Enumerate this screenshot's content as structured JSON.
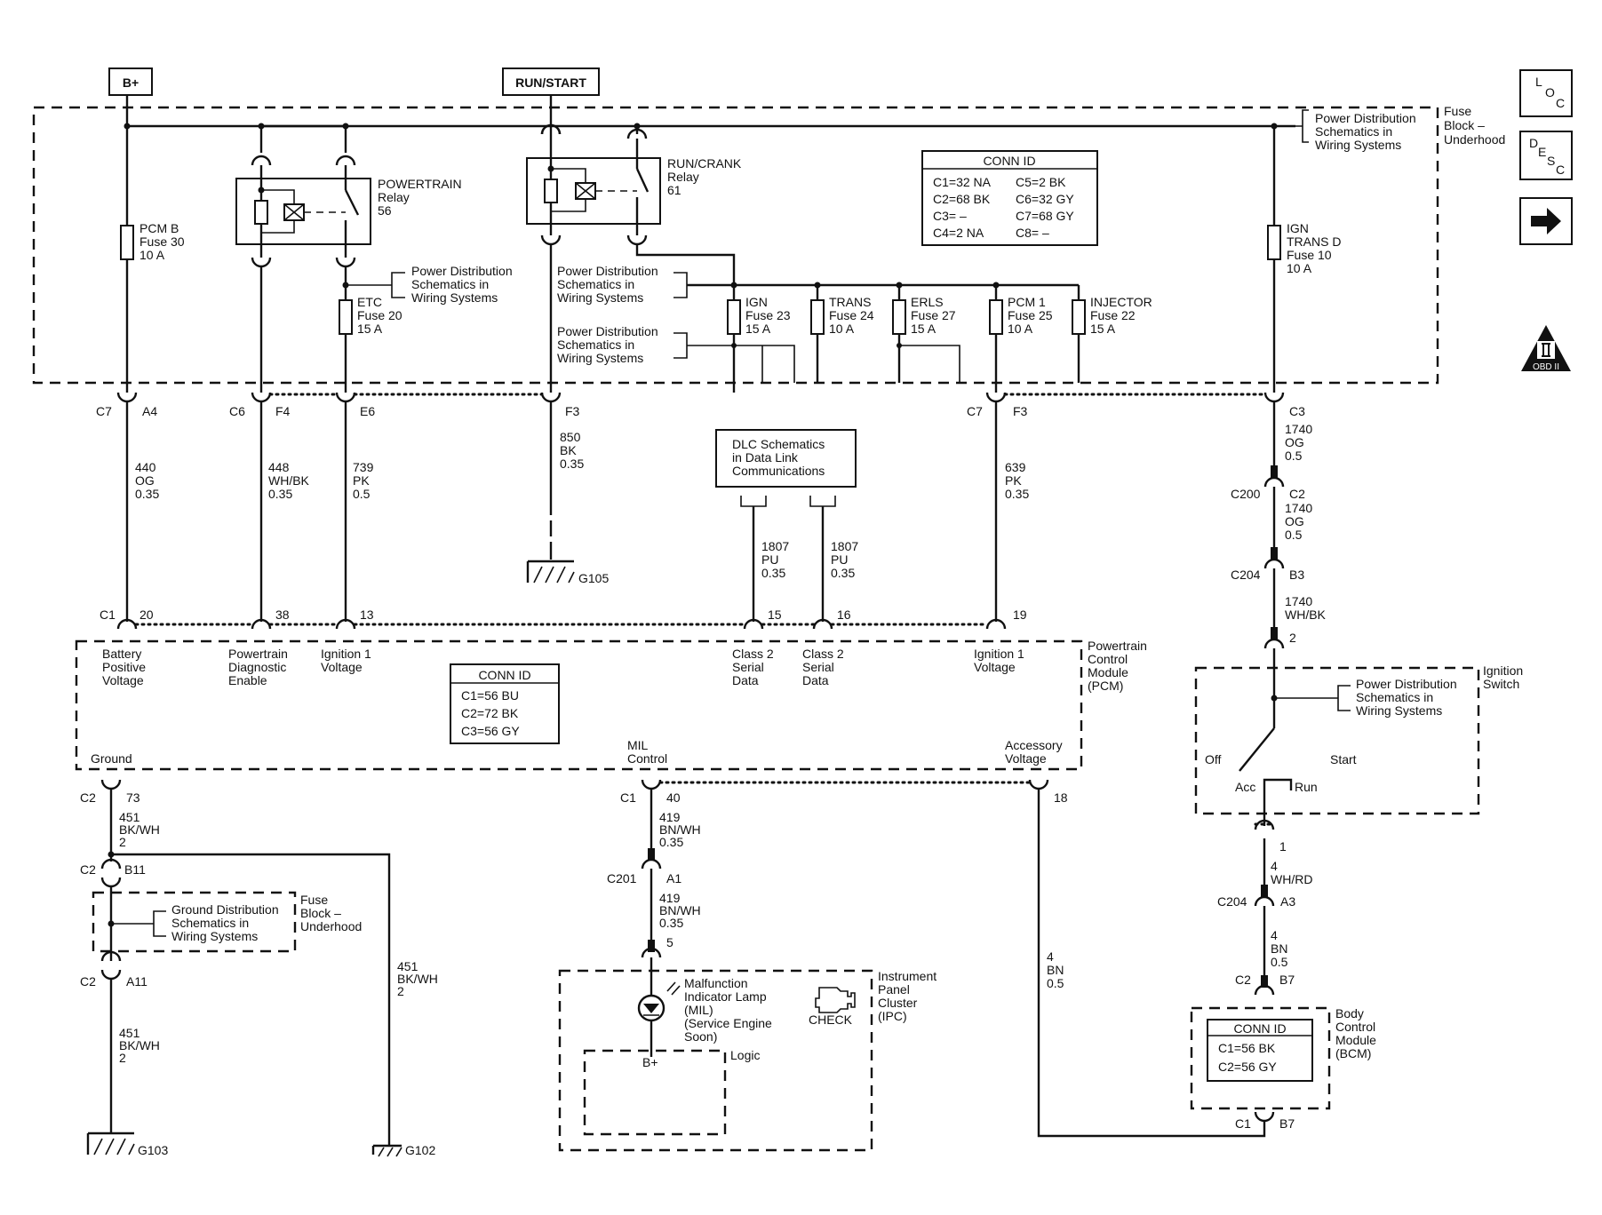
{
  "power": {
    "bplus": "B+",
    "run_start": "RUN/START"
  },
  "nav": {
    "loc": [
      "L",
      "O",
      "C"
    ],
    "desc": [
      "D",
      "E",
      "S",
      "C"
    ],
    "next": "next-arrow-icon"
  },
  "obd": "OBD II",
  "fuse_block": {
    "label": [
      "Fuse",
      "Block –",
      "Underhood"
    ],
    "pds_right": [
      "Power Distribution",
      "Schematics in",
      "Wiring Systems"
    ],
    "pds_left_a": [
      "Power Distribution",
      "Schematics in",
      "Wiring Systems"
    ],
    "pds_mid_a": [
      "Power Distribution",
      "Schematics in",
      "Wiring Systems"
    ],
    "pds_mid_b": [
      "Power Distribution",
      "Schematics in",
      "Wiring Systems"
    ],
    "conn_id": {
      "title": "CONN ID",
      "rows": [
        [
          "C1=32 NA",
          "C5=2 BK"
        ],
        [
          "C2=68 BK",
          "C6=32 GY"
        ],
        [
          "C3= –",
          "C7=68 GY"
        ],
        [
          "C4=2 NA",
          "C8= –"
        ]
      ]
    }
  },
  "relays": [
    {
      "name": "POWERTRAIN",
      "sub": "Relay",
      "num": "56"
    },
    {
      "name": "RUN/CRANK",
      "sub": "Relay",
      "num": "61"
    }
  ],
  "fuses": [
    {
      "name": "PCM B",
      "fuse": "Fuse 30",
      "amp": "10 A"
    },
    {
      "name": "ETC",
      "fuse": "Fuse 20",
      "amp": "15 A"
    },
    {
      "name": "IGN",
      "fuse": "Fuse 23",
      "amp": "15 A"
    },
    {
      "name": "TRANS",
      "fuse": "Fuse 24",
      "amp": "10 A"
    },
    {
      "name": "ERLS",
      "fuse": "Fuse 27",
      "amp": "15 A"
    },
    {
      "name": "PCM 1",
      "fuse": "Fuse 25",
      "amp": "10 A"
    },
    {
      "name": "INJECTOR",
      "fuse": "Fuse 22",
      "amp": "15 A"
    },
    {
      "name": "IGN",
      "name2": "TRANS D",
      "fuse": "Fuse 10",
      "amp": "10 A"
    }
  ],
  "top_connectors": [
    {
      "conn": "C7",
      "pin": "A4"
    },
    {
      "conn": "C6",
      "pin": "F4"
    },
    {
      "pin": "E6"
    },
    {
      "pin": "F3"
    },
    {
      "conn": "C7",
      "pin": "F3"
    },
    {
      "pin": "C3"
    }
  ],
  "wires": {
    "w440": [
      "440",
      "OG",
      "0.35"
    ],
    "w448": [
      "448",
      "WH/BK",
      "0.35"
    ],
    "w739": [
      "739",
      "PK",
      "0.5"
    ],
    "w850": [
      "850",
      "BK",
      "0.35"
    ],
    "w639": [
      "639",
      "PK",
      "0.35"
    ],
    "w1807a": [
      "1807",
      "PU",
      "0.35"
    ],
    "w1807b": [
      "1807",
      "PU",
      "0.35"
    ],
    "w1740a": [
      "1740",
      "OG",
      "0.5"
    ],
    "w1740b": [
      "1740",
      "OG",
      "0.5"
    ],
    "w1740c": [
      "1740",
      "WH/BK"
    ],
    "w451a": [
      "451",
      "BK/WH",
      "2"
    ],
    "w451b": [
      "451",
      "BK/WH",
      "2"
    ],
    "w451c": [
      "451",
      "BK/WH",
      "2"
    ],
    "w419a": [
      "419",
      "BN/WH",
      "0.35"
    ],
    "w419b": [
      "419",
      "BN/WH",
      "0.35"
    ],
    "w4wh": [
      "4",
      "WH/RD"
    ],
    "w4bn": [
      "4",
      "BN",
      "0.5"
    ],
    "w4bn2": [
      "4",
      "BN",
      "0.5"
    ]
  },
  "grounds": {
    "g105": "G105",
    "g103": "G103",
    "g102": "G102"
  },
  "dlc": [
    "DLC Schematics",
    "in Data Link",
    "Communications"
  ],
  "pcm": {
    "label": [
      "Powertrain",
      "Control",
      "Module",
      "(PCM)"
    ],
    "c1": "C1",
    "pins": [
      "20",
      "38",
      "13",
      "15",
      "16",
      "19"
    ],
    "pin_labels": [
      [
        "Battery",
        "Positive",
        "Voltage"
      ],
      [
        "Powertrain",
        "Diagnostic",
        "Enable"
      ],
      [
        "Ignition 1",
        "Voltage"
      ],
      [
        "Class 2",
        "Serial",
        "Data"
      ],
      [
        "Class 2",
        "Serial",
        "Data"
      ],
      [
        "Ignition 1",
        "Voltage"
      ]
    ],
    "conn_id": {
      "title": "CONN ID",
      "rows": [
        [
          "C1=56 ",
          "BU"
        ],
        [
          "C2=72 BK"
        ],
        [
          "C3=56 GY"
        ]
      ]
    },
    "ground": "Ground",
    "mil_control": [
      "MIL",
      "Control"
    ],
    "accessory": [
      "Accessory",
      "Voltage"
    ]
  },
  "bottom_connectors": {
    "c2_73": [
      "C2",
      "73"
    ],
    "c2_b11": [
      "C2",
      "B11"
    ],
    "c2_a11": [
      "C2",
      "A11"
    ],
    "c1_40": [
      "C1",
      "40"
    ],
    "c201_a1": [
      "C201",
      "A1"
    ],
    "pin5": "5",
    "pin18": "18",
    "c200_c2": [
      "C200",
      "C2"
    ],
    "c204_b3": [
      "C204",
      "B3"
    ],
    "pin2": "2",
    "pin1": "1",
    "c204_a3": [
      "C204",
      "A3"
    ],
    "c2_b7": [
      "C2",
      "B7"
    ],
    "c1_b7": [
      "C1",
      "B7"
    ]
  },
  "ground_dist": {
    "pds": [
      "Ground Distribution",
      "Schematics in",
      "Wiring Systems"
    ],
    "label": [
      "Fuse",
      "Block –",
      "Underhood"
    ]
  },
  "ipc": {
    "label": [
      "Instrument",
      "Panel",
      "Cluster",
      "(IPC)"
    ],
    "lamp": [
      "Malfunction",
      "Indicator Lamp",
      "(MIL)",
      "(Service Engine",
      "Soon)"
    ],
    "check": "CHECK",
    "logic": "Logic",
    "bplus": "B+"
  },
  "ignition_switch": {
    "label": [
      "Ignition",
      "Switch"
    ],
    "pds": [
      "Power Distribution",
      "Schematics in",
      "Wiring Systems"
    ],
    "off": "Off",
    "start": "Start",
    "acc": "Acc",
    "run": "Run"
  },
  "bcm": {
    "label": [
      "Body",
      "Control",
      "Module",
      "(BCM)"
    ],
    "conn_id": {
      "title": "CONN ID",
      "rows": [
        "C1=56 BK",
        "C2=56 GY"
      ]
    }
  }
}
